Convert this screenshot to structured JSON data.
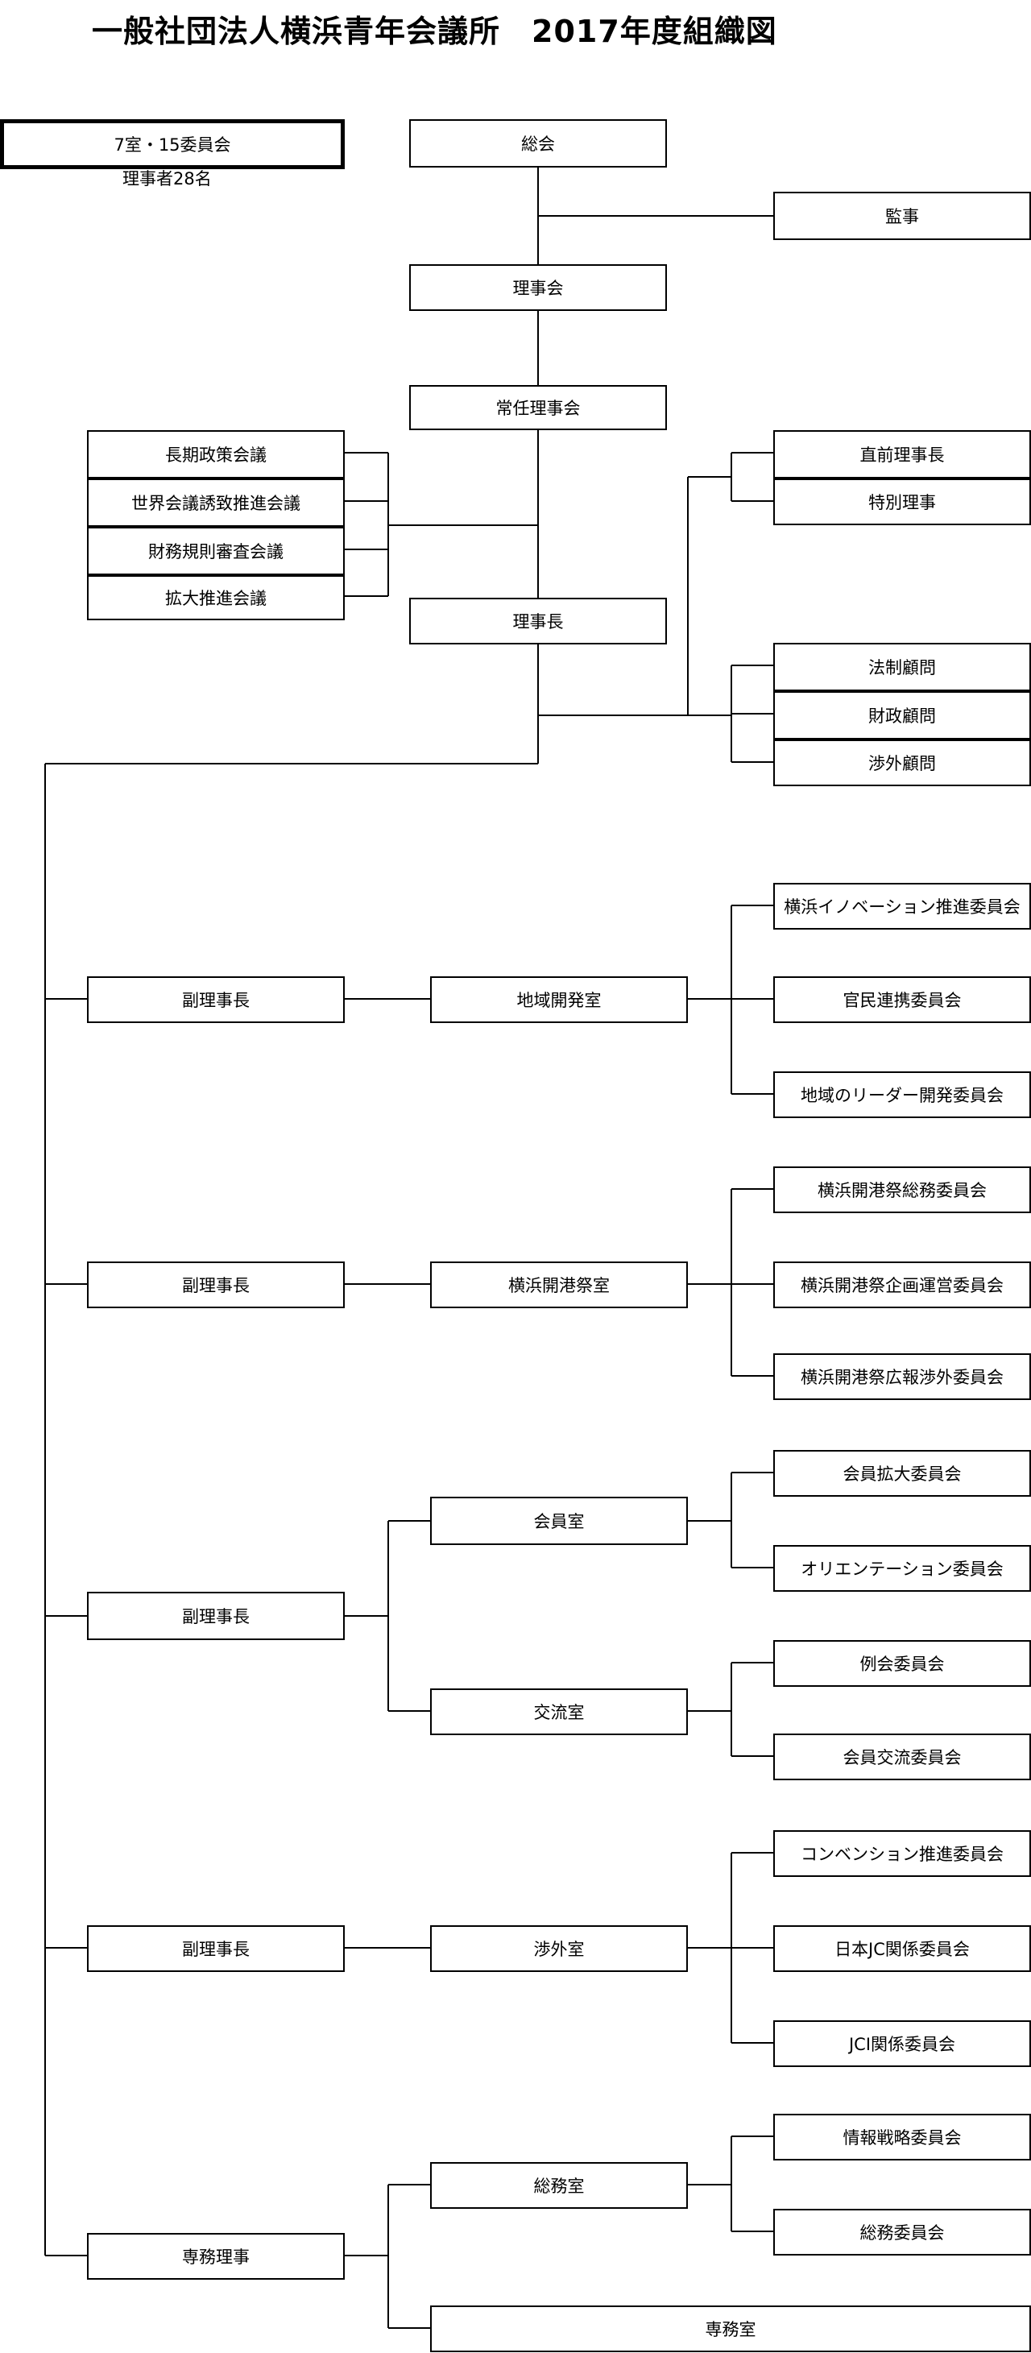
{
  "title": "一般社団法人横浜青年会議所　2017年度組織図",
  "summary": {
    "label": "7室・15委員会",
    "note": "理事者28名"
  },
  "top": {
    "general_meeting": "総会",
    "auditor": "監事",
    "board": "理事会",
    "executive_board": "常任理事会",
    "president": "理事長"
  },
  "councils": [
    "長期政策会議",
    "世界会議誘致推進会議",
    "財務規則審査会議",
    "拡大推進会議"
  ],
  "advisors_upper": [
    "直前理事長",
    "特別理事"
  ],
  "advisors_lower": [
    "法制顧問",
    "財政顧問",
    "渉外顧問"
  ],
  "divisions": [
    {
      "head": "副理事長",
      "rooms": [
        {
          "name": "地域開発室",
          "committees": [
            "横浜イノベーション推進委員会",
            "官民連携委員会",
            "地域のリーダー開発委員会"
          ]
        }
      ]
    },
    {
      "head": "副理事長",
      "rooms": [
        {
          "name": "横浜開港祭室",
          "committees": [
            "横浜開港祭総務委員会",
            "横浜開港祭企画運営委員会",
            "横浜開港祭広報渉外委員会"
          ]
        }
      ]
    },
    {
      "head": "副理事長",
      "rooms": [
        {
          "name": "会員室",
          "committees": [
            "会員拡大委員会",
            "オリエンテーション委員会"
          ]
        },
        {
          "name": "交流室",
          "committees": [
            "例会委員会",
            "会員交流委員会"
          ]
        }
      ]
    },
    {
      "head": "副理事長",
      "rooms": [
        {
          "name": "渉外室",
          "committees": [
            "コンベンション推進委員会",
            "日本JC関係委員会",
            "JCI関係委員会"
          ]
        }
      ]
    },
    {
      "head": "専務理事",
      "rooms": [
        {
          "name": "総務室",
          "committees": [
            "情報戦略委員会",
            "総務委員会"
          ]
        },
        {
          "name": "専務室",
          "committees": []
        }
      ]
    }
  ]
}
